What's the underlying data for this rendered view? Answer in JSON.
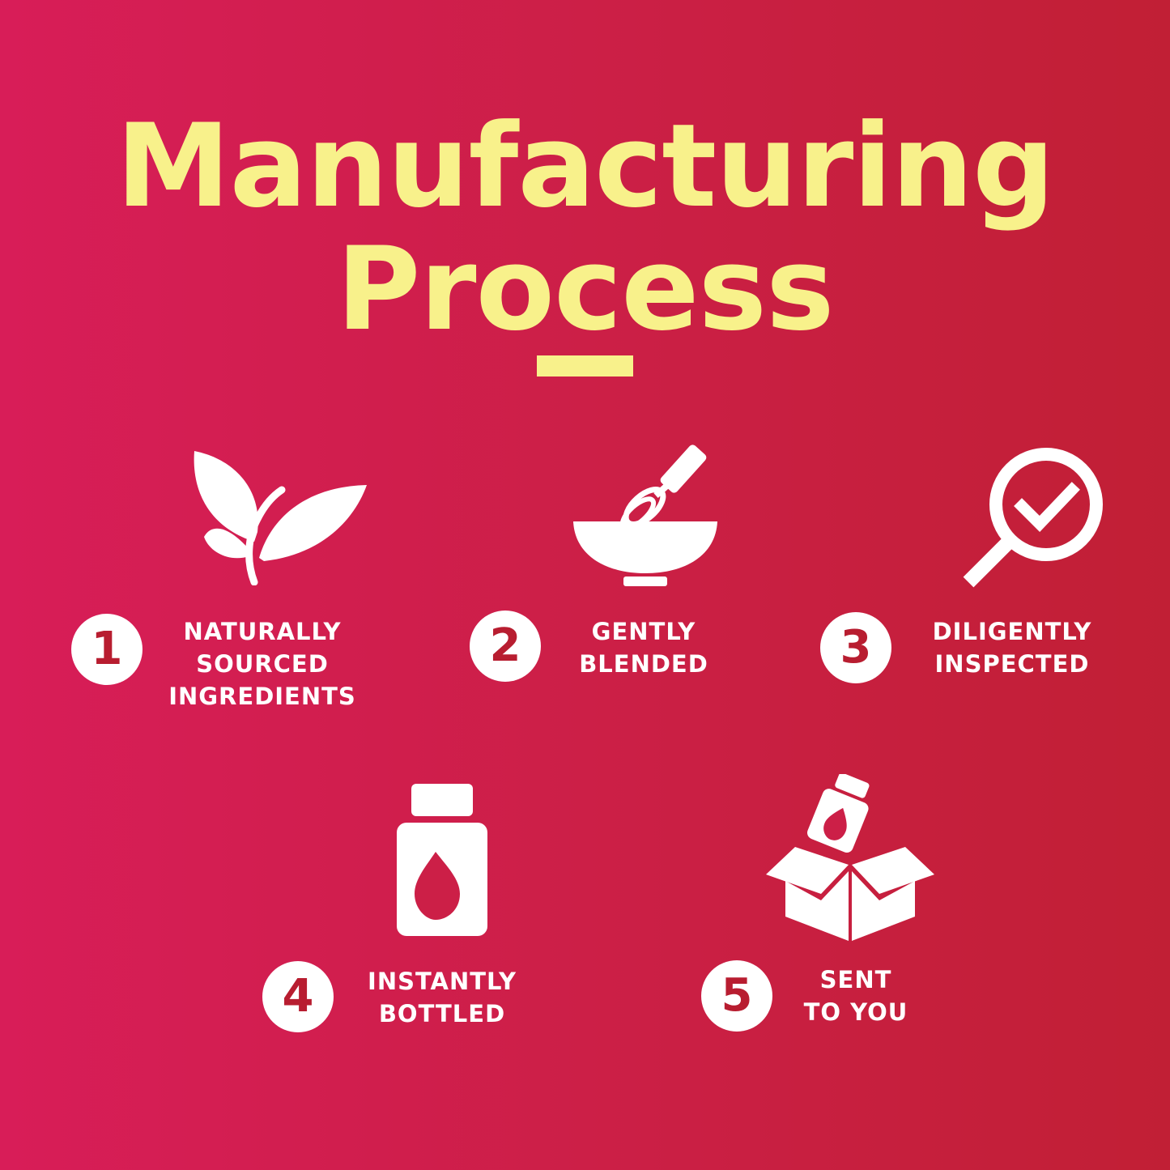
{
  "title": {
    "line1": "Manufacturing",
    "line2": "Process"
  },
  "colors": {
    "background_left": "#d81d58",
    "background_right": "#c11f35",
    "title": "#f8f18b",
    "badge_text": "#b81d30",
    "icon": "#ffffff"
  },
  "steps": [
    {
      "number": "1",
      "line1": "NATURALLY",
      "line2": "SOURCED",
      "line3": "INGREDIENTS",
      "icon": "leaf-icon"
    },
    {
      "number": "2",
      "line1": "GENTLY",
      "line2": "BLENDED",
      "icon": "mixing-bowl-whisk-icon"
    },
    {
      "number": "3",
      "line1": "DILIGENTLY",
      "line2": "INSPECTED",
      "icon": "magnifier-check-icon"
    },
    {
      "number": "4",
      "line1": "INSTANTLY",
      "line2": "BOTTLED",
      "icon": "bottle-drop-icon"
    },
    {
      "number": "5",
      "line1": "SENT",
      "line2": "TO YOU",
      "icon": "box-bottle-icon"
    }
  ]
}
